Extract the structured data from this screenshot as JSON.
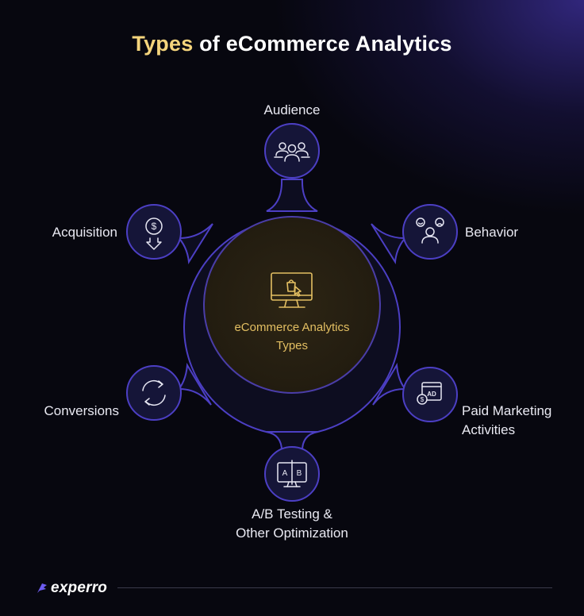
{
  "title": {
    "highlight": "Types",
    "rest": " of eCommerce Analytics"
  },
  "center": {
    "line1": "eCommerce Analytics",
    "line2": "Types"
  },
  "nodes": {
    "audience": {
      "label": "Audience",
      "icon": "users-group-icon"
    },
    "behavior": {
      "label": "Behavior",
      "icon": "user-emotions-icon"
    },
    "paid": {
      "line1": "Paid Marketing",
      "line2": "Activities",
      "icon": "ad-window-icon"
    },
    "ab": {
      "line1": "A/B Testing &",
      "line2": "Other Optimization",
      "icon": "ab-monitor-icon"
    },
    "conversions": {
      "label": "Conversions",
      "icon": "refresh-arrows-icon"
    },
    "acquisition": {
      "label": "Acquisition",
      "icon": "dollar-download-icon"
    }
  },
  "brand": {
    "name": "experro"
  },
  "colors": {
    "accent": "#f4d47c",
    "ring_stroke": "#4c3fc4",
    "center_fill": "#2a2212",
    "center_text": "#e3bf62",
    "node_fill": "#151538"
  }
}
